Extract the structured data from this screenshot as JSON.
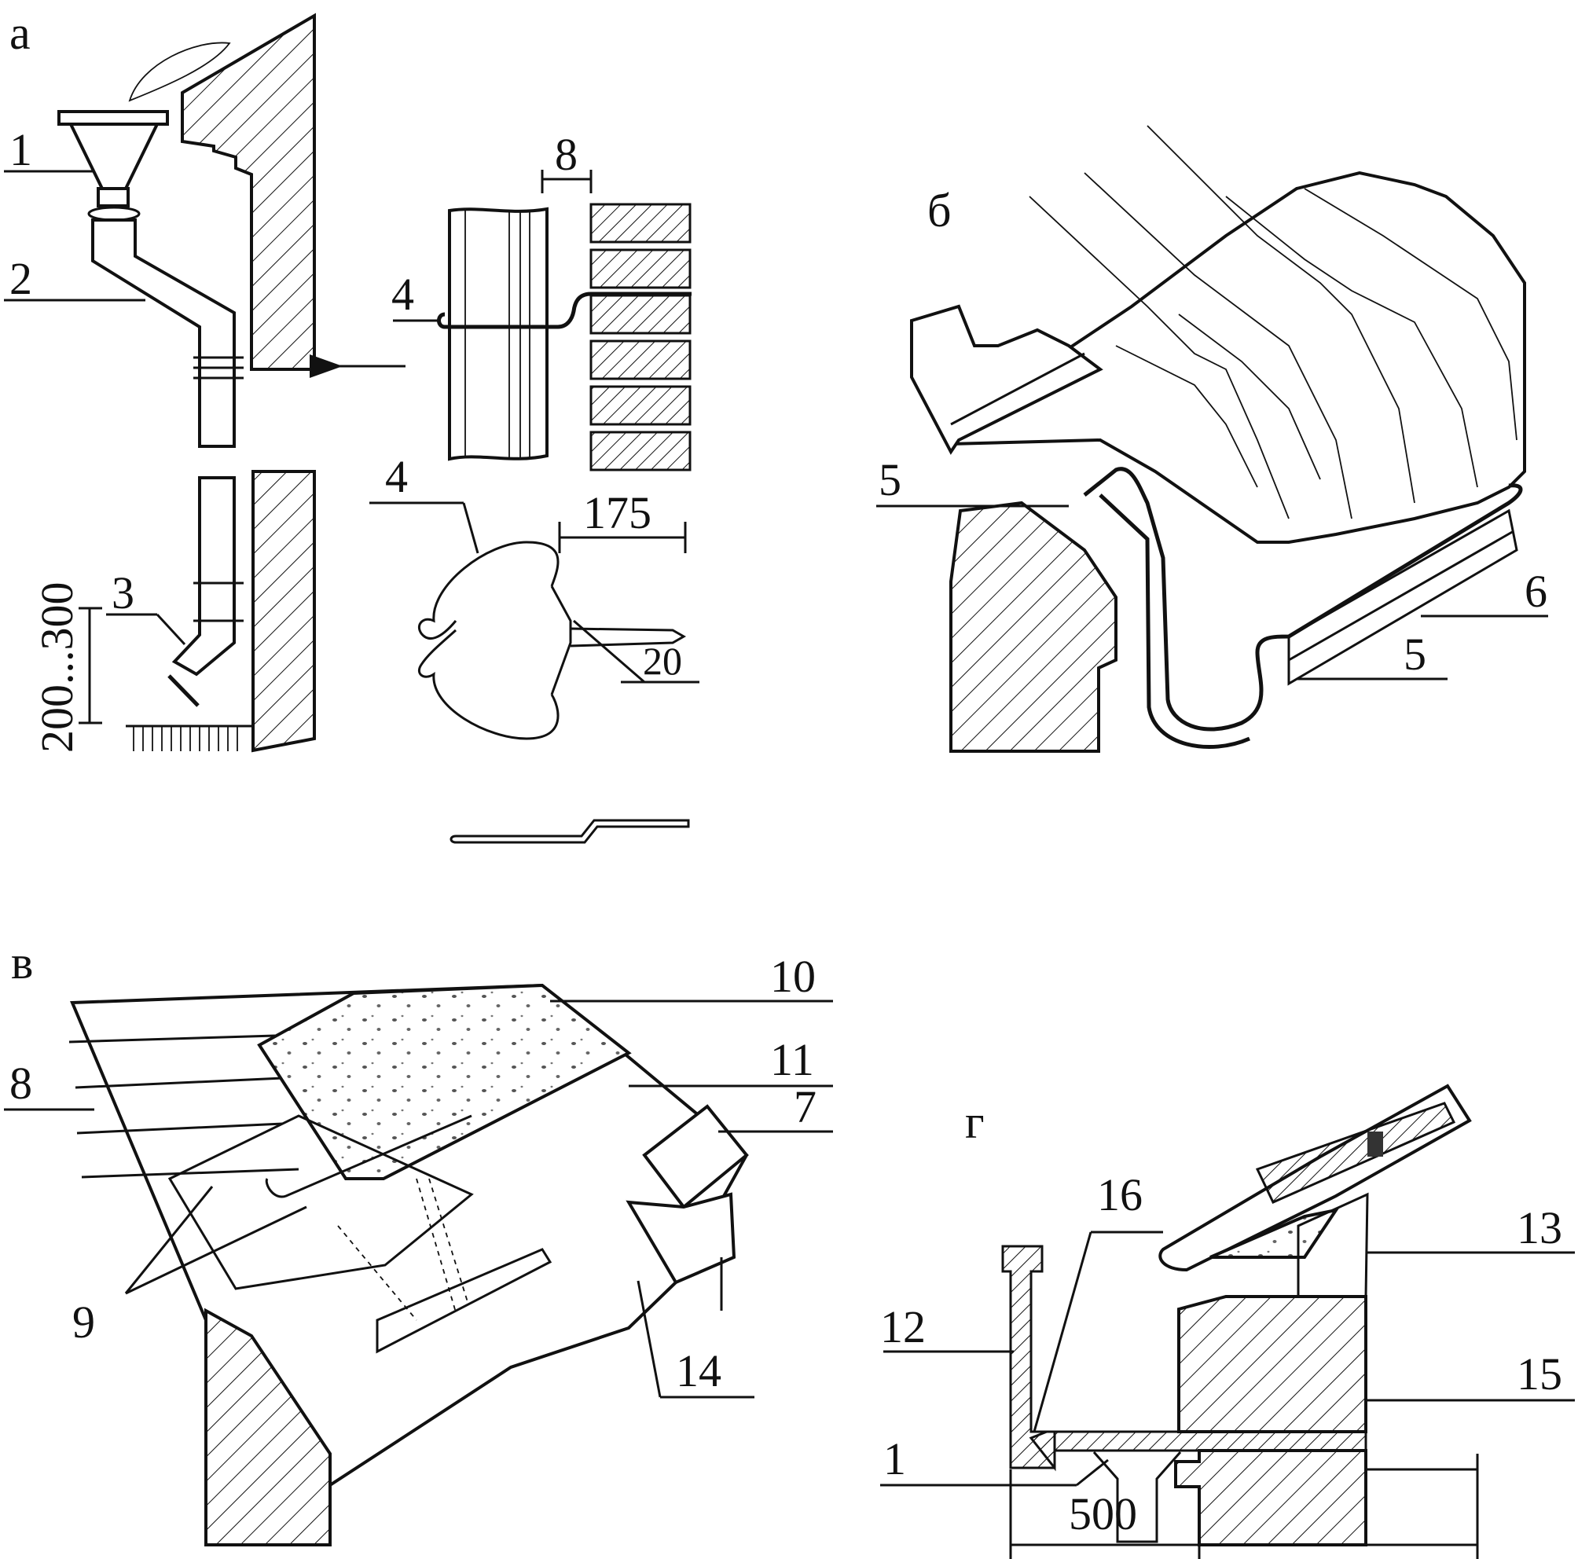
{
  "panels": {
    "a": {
      "letter": "а",
      "labels": [
        "1",
        "2",
        "3",
        "4",
        "4"
      ],
      "dims": [
        "8",
        "175",
        "20",
        "200...300"
      ]
    },
    "b": {
      "letter": "б",
      "labels": [
        "5",
        "6",
        "5"
      ]
    },
    "v": {
      "letter": "в",
      "labels": [
        "10",
        "11",
        "7",
        "8",
        "9",
        "14"
      ]
    },
    "g": {
      "letter": "г",
      "labels": [
        "16",
        "13",
        "12",
        "15",
        "1"
      ],
      "dims": [
        "500"
      ]
    }
  }
}
